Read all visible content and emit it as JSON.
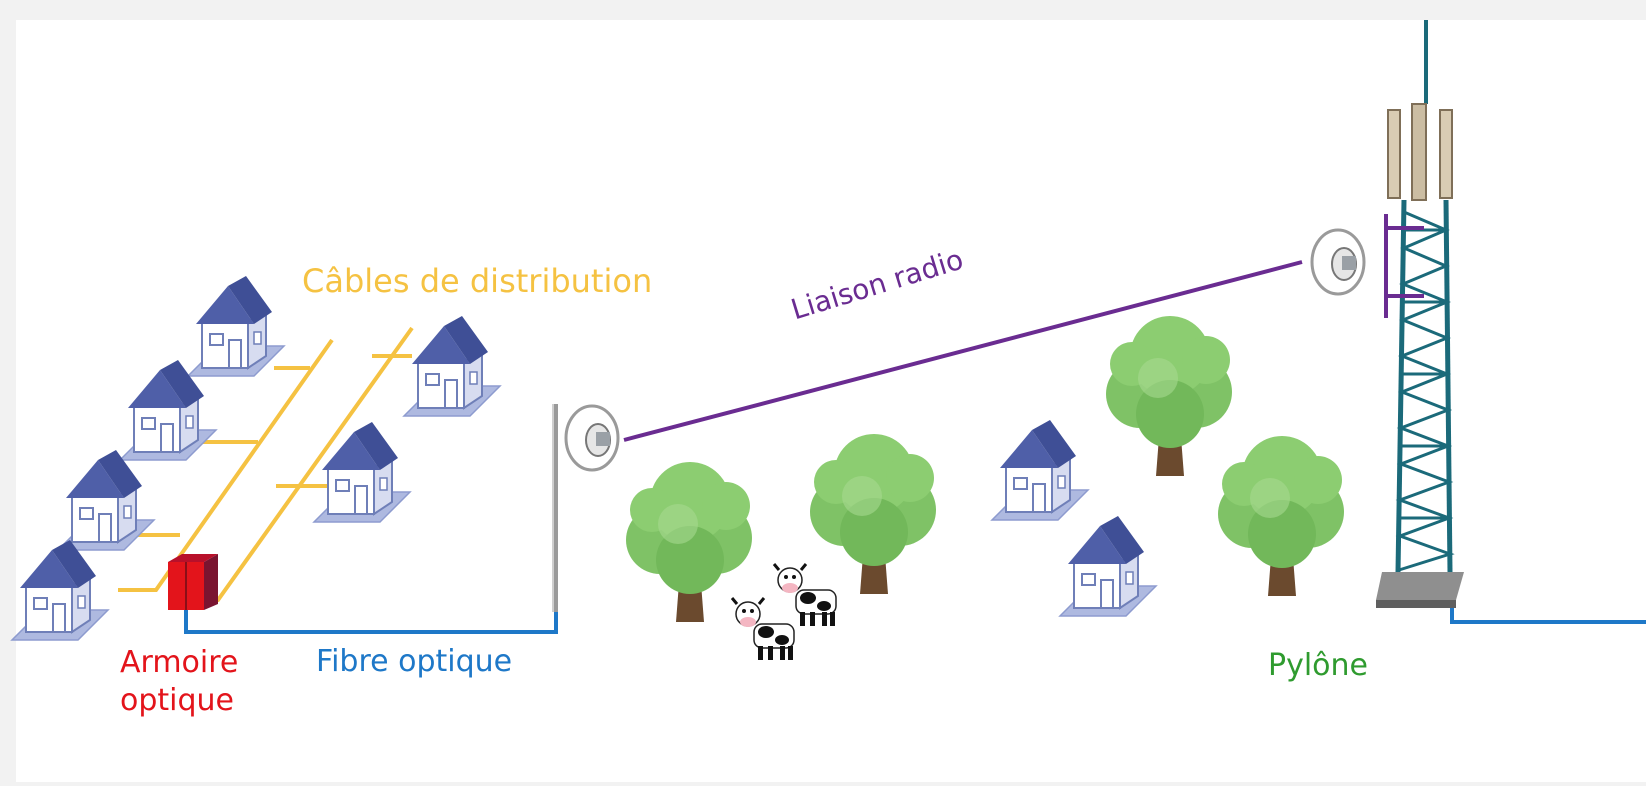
{
  "labels": {
    "cables": "Câbles de distribution",
    "radio": "Liaison radio",
    "armoire_line1": "Armoire",
    "armoire_line2": "optique",
    "fibre": "Fibre optique",
    "pylone": "Pylône"
  },
  "colors": {
    "background": "#f2f2f2",
    "panel": "#ffffff",
    "cables": "#f5c242",
    "radio": "#6a2c91",
    "armoire": "#e3141b",
    "fibre": "#1e78c8",
    "pylone": "#2f9b2f",
    "house_roof": "#4f5fa8",
    "house_base": "#aeb9e0",
    "tree_foliage": "#7fc266",
    "tree_trunk": "#6b4a2e",
    "tower": "#1b6a7a"
  }
}
